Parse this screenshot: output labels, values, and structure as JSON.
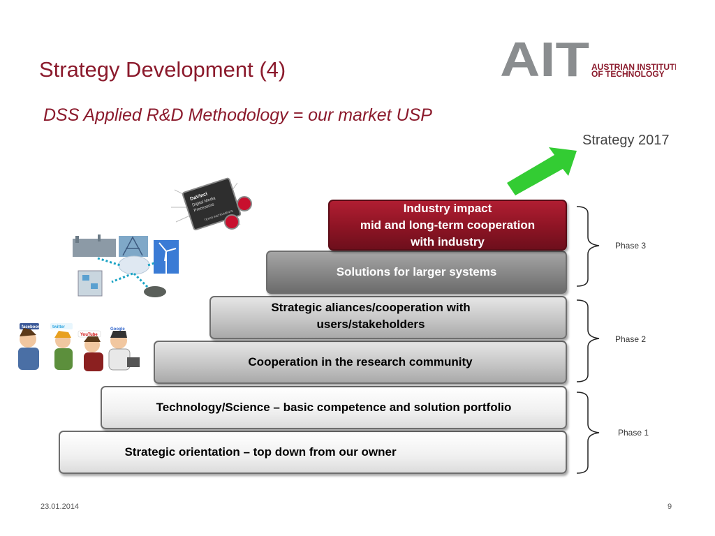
{
  "title": "Strategy Development (4)",
  "subtitle": "DSS Applied R&D Methodology = our market USP",
  "strategy_label": "Strategy 2017",
  "logo": {
    "mark": "AIT",
    "line1": "AUSTRIAN INSTITUTE",
    "line2": "OF TECHNOLOGY"
  },
  "steps": [
    {
      "text": "Strategic orientation – top down from our owner"
    },
    {
      "text": "Technology/Science – basic competence and solution portfolio"
    },
    {
      "text": "Cooperation in the research community"
    },
    {
      "text": "Strategic aliances/cooperation with users/stakeholders"
    },
    {
      "text": "Solutions for larger systems"
    },
    {
      "line1": "Industry impact",
      "line2": "mid and long-term cooperation",
      "line3": "with industry"
    }
  ],
  "phases": [
    "Phase 1",
    "Phase 2",
    "Phase 3"
  ],
  "images": {
    "chip_lines": [
      "DaVinci",
      "Digital Media",
      "Processors",
      "TEXAS INSTRUMENTS"
    ],
    "social": [
      "facebook",
      "twitter",
      "YouTube",
      "Google"
    ]
  },
  "footer": {
    "date": "23.01.2014",
    "page": "9"
  },
  "colors": {
    "title": "#8b1a2c",
    "arrow": "#33cc33",
    "industry_step": "#8d1424"
  }
}
